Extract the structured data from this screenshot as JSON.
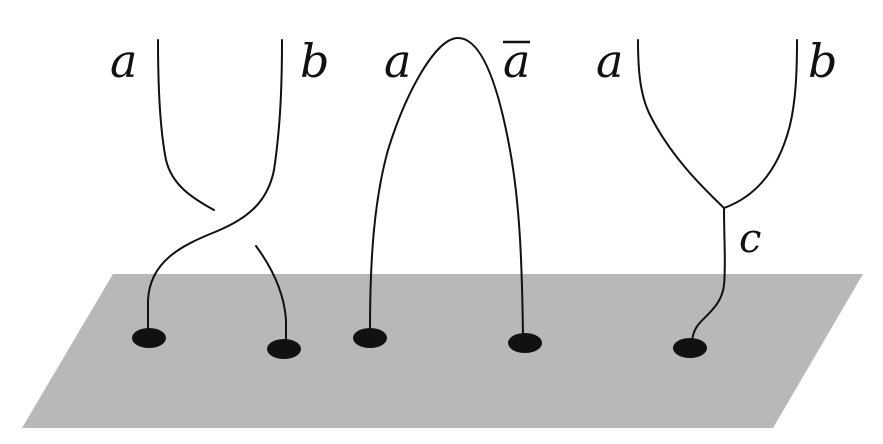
{
  "colors": {
    "plane": "#b8b8b8",
    "ink": "#111111",
    "background": "#ffffff"
  },
  "labels": {
    "braid_left": "a",
    "braid_right": "b",
    "pair_left": "a",
    "pair_right": "a",
    "fusion_left": "a",
    "fusion_right": "b",
    "fusion_out": "c"
  }
}
